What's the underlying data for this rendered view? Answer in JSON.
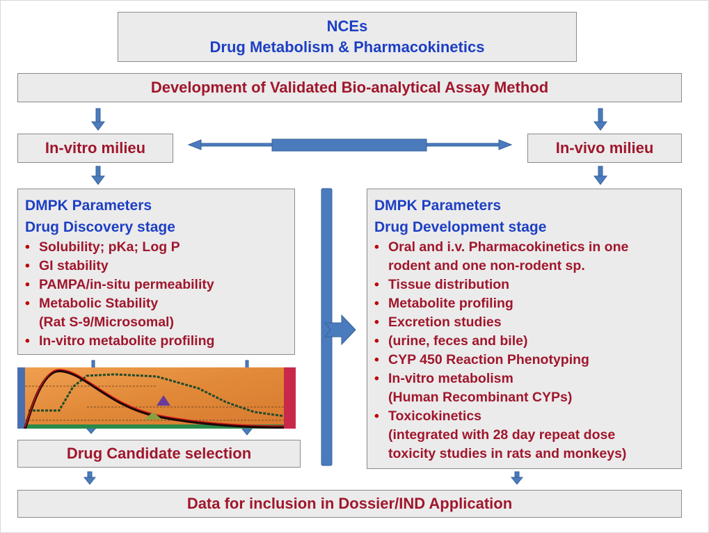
{
  "title": {
    "line1": "NCEs",
    "line2": "Drug Metabolism & Pharmacokinetics"
  },
  "development": "Development  of Validated Bio-analytical Assay Method",
  "invitro": "In-vitro milieu",
  "invivo": "In-vivo milieu",
  "left": {
    "heading1": "DMPK Parameters",
    "heading2": "Drug Discovery stage",
    "items": [
      [
        "Solubility; pKa; Log P"
      ],
      [
        "GI stability"
      ],
      [
        "PAMPA/in-situ permeability"
      ],
      [
        "Metabolic Stability",
        "(Rat S-9/Microsomal)"
      ],
      [
        "In-vitro metabolite profiling"
      ]
    ]
  },
  "right": {
    "heading1": "DMPK Parameters",
    "heading2": "Drug Development stage",
    "items": [
      [
        "Oral and i.v. Pharmacokinetics in one",
        "rodent and one non-rodent sp."
      ],
      [
        "Tissue distribution"
      ],
      [
        "Metabolite profiling"
      ],
      [
        "Excretion studies"
      ],
      [
        "(urine, feces and bile)"
      ],
      [
        "CYP 450 Reaction Phenotyping"
      ],
      [
        "In-vitro metabolism",
        "(Human Recombinant CYPs)"
      ],
      [
        "Toxicokinetics",
        "(integrated with 28 day repeat dose",
        "toxicity studies in rats and monkeys)"
      ]
    ]
  },
  "candidate": "Drug Candidate selection",
  "dossier": "Data for inclusion in Dossier/IND Application",
  "bullet": "•",
  "colors": {
    "text_red": "#a0162c",
    "text_blue": "#1d3fc4",
    "arrow": "#4a7bbd",
    "box": "#ebebeb"
  }
}
